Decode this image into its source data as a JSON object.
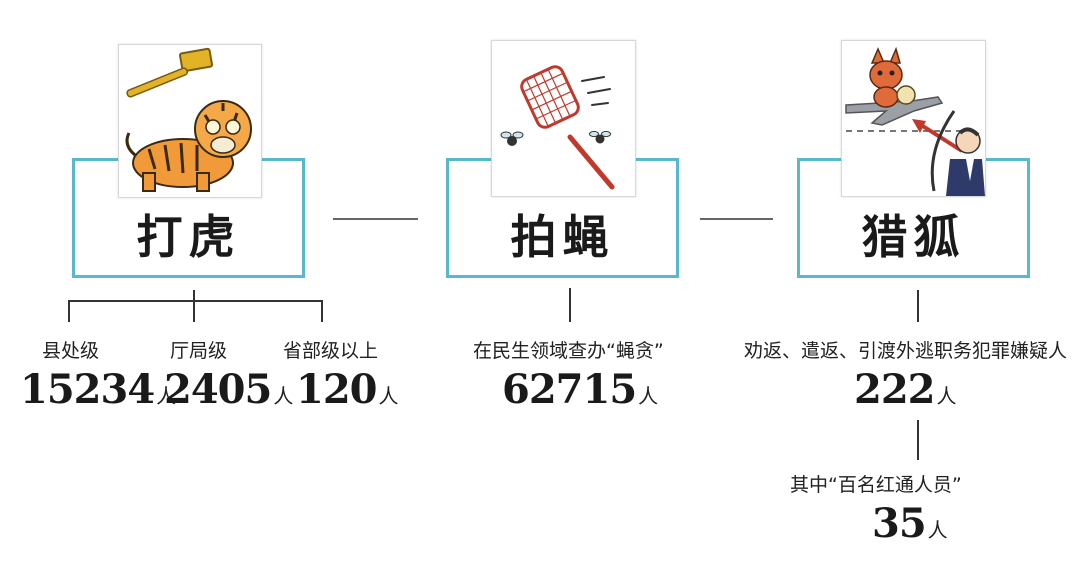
{
  "categories": {
    "tiger": {
      "title": "打虎",
      "icon": "tiger-gavel-illustration",
      "items": [
        {
          "label": "县处级",
          "value": "15234",
          "unit": "人"
        },
        {
          "label": "厅局级",
          "value": "2405",
          "unit": "人"
        },
        {
          "label": "省部级以上",
          "value": "120",
          "unit": "人"
        }
      ]
    },
    "fly": {
      "title": "拍蝇",
      "icon": "flyswatter-illustration",
      "items": [
        {
          "label": "在民生领域查办“蝇贪”",
          "value": "62715",
          "unit": "人"
        }
      ]
    },
    "fox": {
      "title": "猎狐",
      "icon": "fox-hunt-illustration",
      "items": [
        {
          "label": "劝返、遣返、引渡外逃职务犯罪嫌疑人",
          "value": "222",
          "unit": "人"
        },
        {
          "label": "其中“百名红通人员”",
          "value": "35",
          "unit": "人"
        }
      ]
    }
  },
  "colors": {
    "box_border": "#5ab8cc",
    "text": "#1a1a1a"
  }
}
